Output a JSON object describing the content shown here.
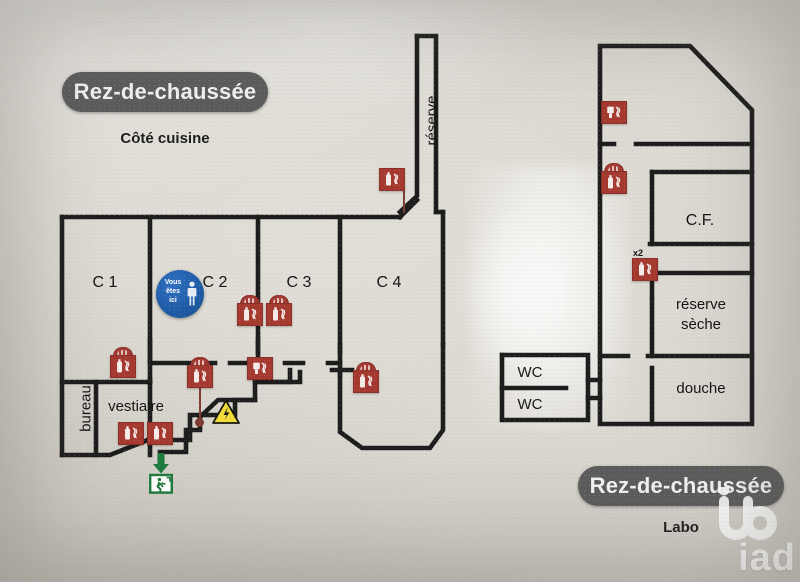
{
  "document": {
    "type": "floor-plan-photo",
    "paper_color": "#dcd9d2",
    "wall_color": "#1c1c1c"
  },
  "top_plan": {
    "pill_label": "Rez-de-chaussée",
    "caption": "Côté cuisine",
    "corridor_label": "réserve",
    "rooms": [
      {
        "id": "c1",
        "label": "C 1"
      },
      {
        "id": "c2",
        "label": "C 2"
      },
      {
        "id": "c3",
        "label": "C 3"
      },
      {
        "id": "c4",
        "label": "C 4"
      },
      {
        "id": "bureau",
        "label": "bureau"
      },
      {
        "id": "vestiaire",
        "label": "vestiaire"
      }
    ]
  },
  "bottom_plan": {
    "pill_label": "Rez-de-chaussée",
    "caption": "Labo",
    "rooms": [
      {
        "id": "cf",
        "label": "C.F."
      },
      {
        "id": "reserve-seche-1",
        "label": "réserve"
      },
      {
        "id": "reserve-seche-2",
        "label": "sèche"
      },
      {
        "id": "douche",
        "label": "douche"
      },
      {
        "id": "wc-1",
        "label": "WC"
      },
      {
        "id": "wc-2",
        "label": "WC"
      }
    ]
  },
  "you_are_here": {
    "line1": "Vous",
    "line2": "êtes",
    "line3": "ici",
    "color": "#1f5ca8"
  },
  "safety": {
    "extinguisher_color": "#a6392f",
    "multiplier_label": "x2",
    "exit_color": "#1f7a3d",
    "hazard_color": "#f2dc38"
  },
  "watermark": {
    "brand": "iad"
  }
}
